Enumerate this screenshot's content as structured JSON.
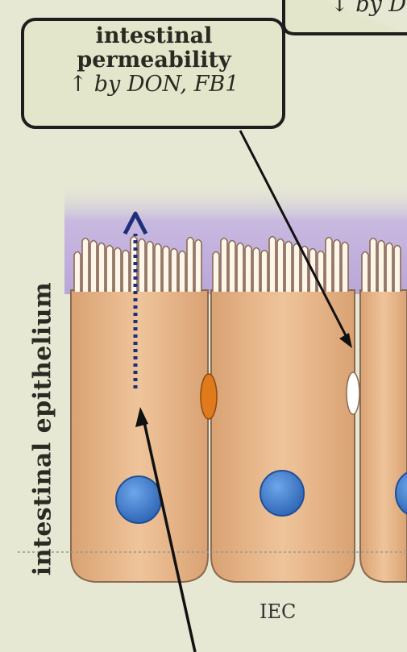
{
  "callout": {
    "line1": "intestinal",
    "line2": "permeability",
    "line3": "↑ by DON, FB1"
  },
  "top_box_partial": "↓ by D",
  "side_label": "intestinal epithelium",
  "cell_label": "IEC",
  "colors": {
    "background": "#e6e8d4",
    "lumen_purple": "#b9a6d8",
    "cell_fill": "#e6b486",
    "cell_outline": "#8a6a52",
    "nucleus": "#3f7fd0",
    "tight_junction_closed": "#e07a1a",
    "tight_junction_open": "#ffffff",
    "transport_arrow": "#1e2f7a"
  }
}
